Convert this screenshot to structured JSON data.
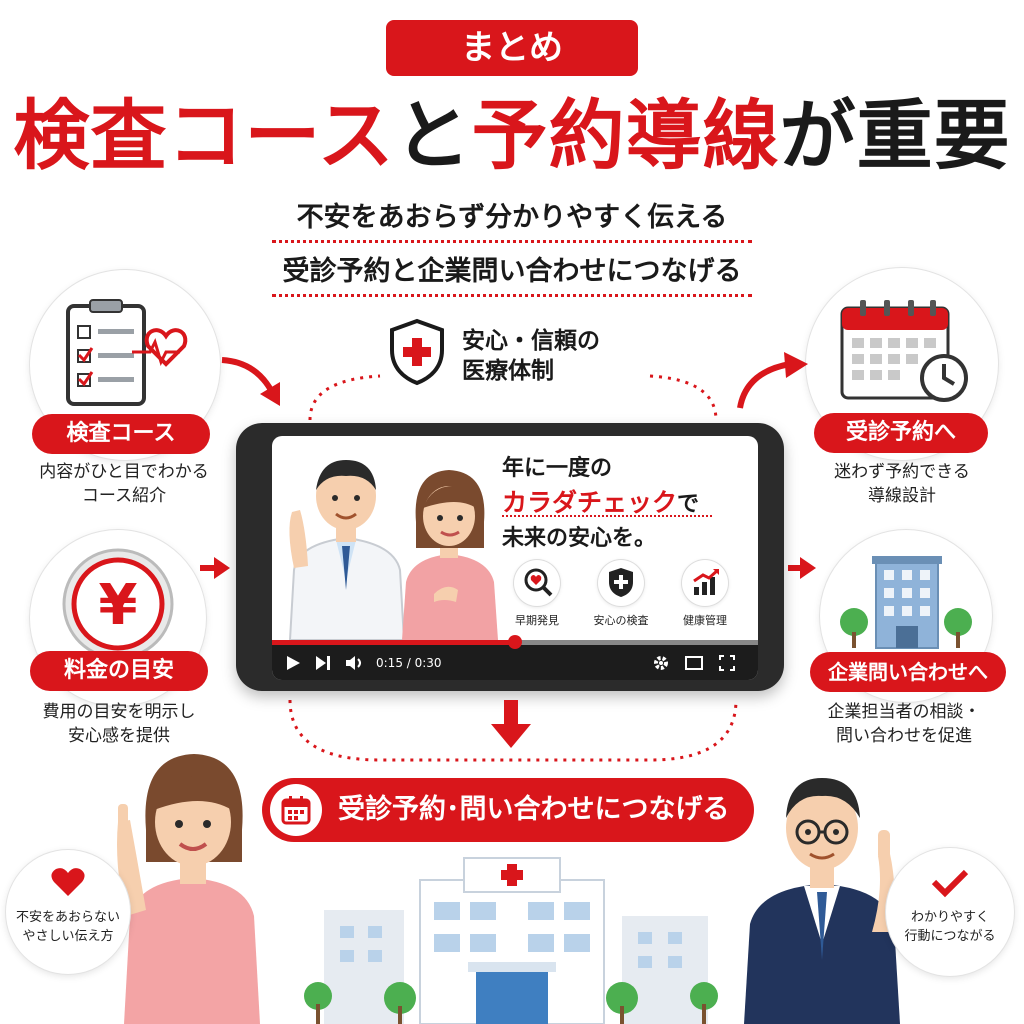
{
  "header": {
    "tag": "まとめ",
    "title_part1": "検査コース",
    "title_part2": "と",
    "title_part3": "予約導線",
    "title_part4": "が重要",
    "sub1": "不安をあおらず分かりやすく伝える",
    "sub2": "受診予約と企業問い合わせにつなげる"
  },
  "trust": {
    "line1": "安心・信頼の",
    "line2": "医療体制"
  },
  "left_items": [
    {
      "label": "検査コース",
      "desc1": "内容がひと目でわかる",
      "desc2": "コース紹介"
    },
    {
      "label": "料金の目安",
      "desc1": "費用の目安を明示し",
      "desc2": "安心感を提供"
    }
  ],
  "right_items": [
    {
      "label": "受診予約へ",
      "desc1": "迷わず予約できる",
      "desc2": "導線設計"
    },
    {
      "label": "企業問い合わせへ",
      "desc1": "企業担当者の相談・",
      "desc2": "問い合わせを促進"
    }
  ],
  "video": {
    "headline1": "年に一度の",
    "headline2_red": "カラダチェック",
    "headline2_tail": "で",
    "headline3": "未来の安心を。",
    "features": [
      "早期発見",
      "安心の検査",
      "健康管理"
    ],
    "time": "0:15 / 0:30",
    "progress": 0.5
  },
  "cta": {
    "label": "受診予約･問い合わせにつなげる"
  },
  "bubbles": {
    "left1": "不安をあおらない",
    "left2": "やさしい伝え方",
    "right1": "わかりやすく",
    "right2": "行動につながる"
  },
  "colors": {
    "accent": "#d9161b",
    "text": "#1a1a1a"
  },
  "icons": {
    "shield": "shield-cross-icon",
    "clipboard": "clipboard-checklist-icon",
    "yen": "yen-coin-icon",
    "calendar": "calendar-clock-icon",
    "building": "office-building-icon",
    "heart": "heart-icon",
    "check": "check-icon"
  }
}
